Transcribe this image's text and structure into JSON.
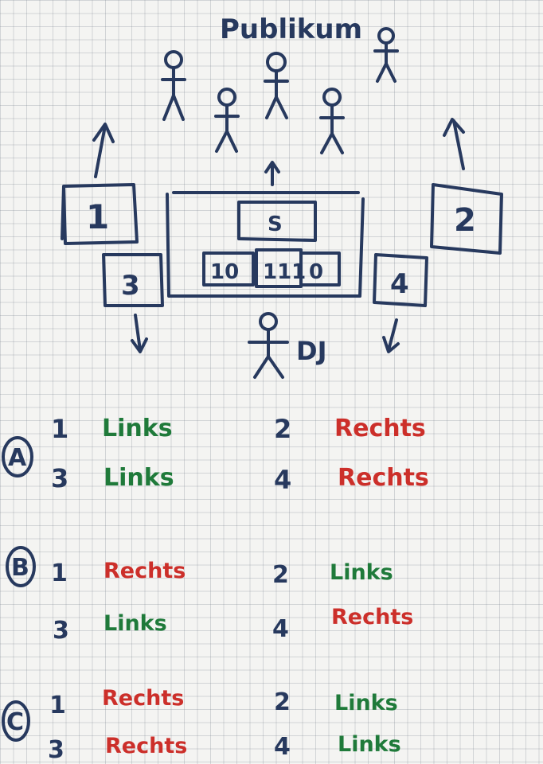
{
  "audience_label": "Publikum",
  "dj_label": "DJ",
  "stage_box_label": "S",
  "speakers": {
    "s1": "1",
    "s2": "2",
    "s3": "3",
    "s4": "4"
  },
  "mixer": {
    "left": "10",
    "center": "111",
    "right": "0"
  },
  "colors": {
    "ink": "#27395e",
    "links": "#1f7a3a",
    "rechts": "#cc2f2a"
  },
  "variants": [
    {
      "letter": "A",
      "rows": [
        {
          "left_num": "1",
          "left_dir": "Links",
          "right_num": "2",
          "right_dir": "Rechts"
        },
        {
          "left_num": "3",
          "left_dir": "Links",
          "right_num": "4",
          "right_dir": "Rechts"
        }
      ]
    },
    {
      "letter": "B",
      "rows": [
        {
          "left_num": "1",
          "left_dir": "Rechts",
          "right_num": "2",
          "right_dir": "Links"
        },
        {
          "left_num": "3",
          "left_dir": "Links",
          "right_num": "4",
          "right_dir": "Rechts"
        }
      ]
    },
    {
      "letter": "C",
      "rows": [
        {
          "left_num": "1",
          "left_dir": "Rechts",
          "right_num": "2",
          "right_dir": "Links"
        },
        {
          "left_num": "3",
          "left_dir": "Rechts",
          "right_num": "4",
          "right_dir": "Links"
        }
      ]
    }
  ]
}
